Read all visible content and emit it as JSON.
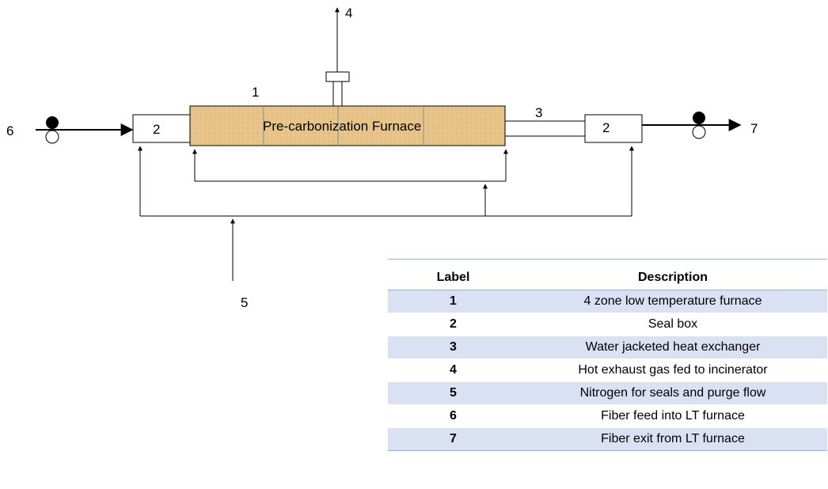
{
  "diagram": {
    "furnace_title": "Pre-carbonization Furnace",
    "furnace_fill": "#e6c48a",
    "labels": {
      "one": "1",
      "seal_left": "2",
      "seal_right": "2",
      "three": "3",
      "four": "4",
      "five": "5",
      "six": "6",
      "seven": "7"
    }
  },
  "legend": {
    "header": {
      "label": "Label",
      "description": "Description"
    },
    "rows": [
      {
        "label": "1",
        "description": "4 zone low temperature furnace"
      },
      {
        "label": "2",
        "description": "Seal box"
      },
      {
        "label": "3",
        "description": "Water jacketed heat exchanger"
      },
      {
        "label": "4",
        "description": "Hot exhaust gas fed to incinerator"
      },
      {
        "label": "5",
        "description": "Nitrogen for seals and purge flow"
      },
      {
        "label": "6",
        "description": "Fiber feed into LT furnace"
      },
      {
        "label": "7",
        "description": "Fiber exit from LT furnace"
      }
    ],
    "stripe_color": "#d9e1f2",
    "rule_color": "#9bb0cf"
  }
}
